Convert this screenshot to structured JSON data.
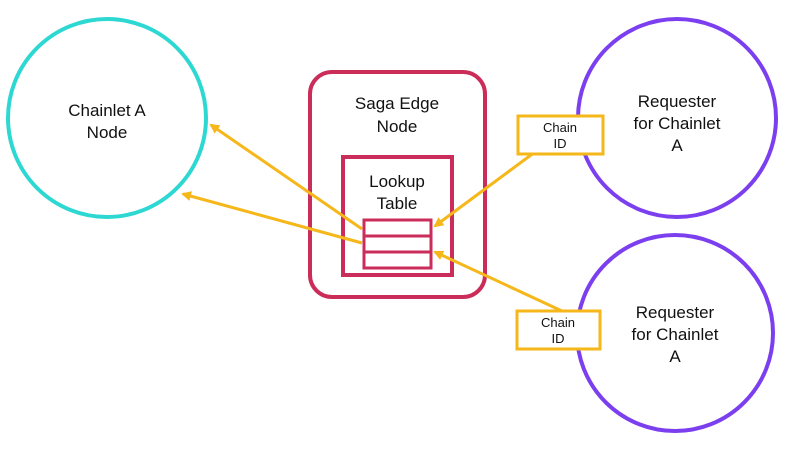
{
  "nodes": {
    "chainlet_node": {
      "line1": "Chainlet A",
      "line2": "Node"
    },
    "saga_edge": {
      "line1": "Saga Edge",
      "line2": "Node"
    },
    "lookup_table": {
      "line1": "Lookup",
      "line2": "Table"
    },
    "requester_top": {
      "line1": "Requester",
      "line2": "for Chainlet",
      "line3": "A"
    },
    "requester_bottom": {
      "line1": "Requester",
      "line2": "for Chainlet",
      "line3": "A"
    }
  },
  "tags": {
    "chain_id_top": {
      "line1": "Chain",
      "line2": "ID"
    },
    "chain_id_bottom": {
      "line1": "Chain",
      "line2": "ID"
    }
  },
  "colors": {
    "chainlet_circle": "#2ED8D2",
    "requester_circle": "#7B3FF0",
    "saga_box": "#CB2D5A",
    "arrow": "#F5B71A",
    "tag_border": "#F5B71A"
  }
}
